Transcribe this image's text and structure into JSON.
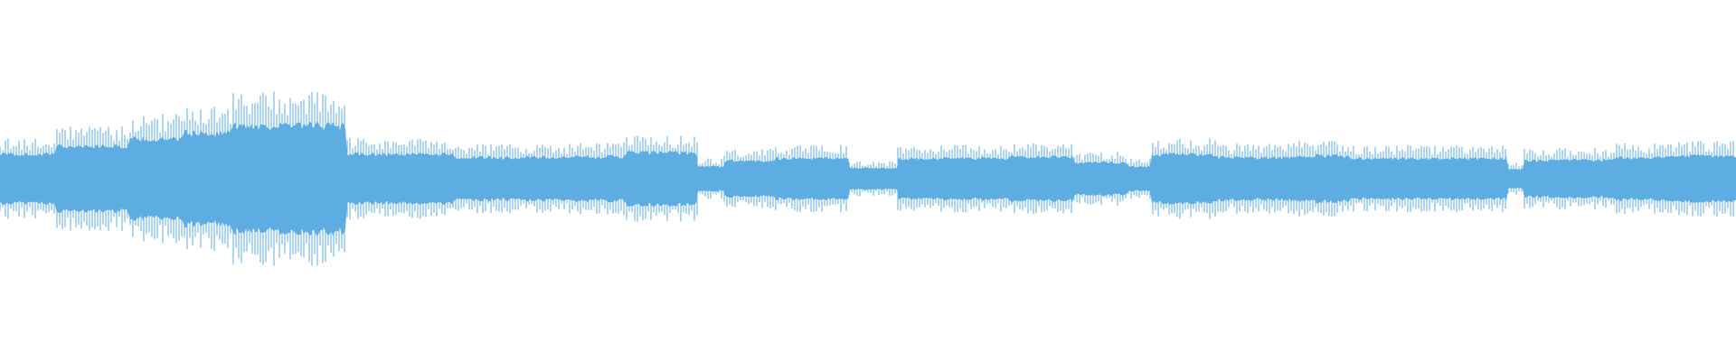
{
  "colors": {
    "background": "#ffffff",
    "waveform": "#5dade2"
  },
  "waveform": {
    "segments": [
      {
        "start": 0.0,
        "end": 0.032,
        "amp": 0.3
      },
      {
        "start": 0.032,
        "end": 0.075,
        "amp": 0.4
      },
      {
        "start": 0.075,
        "end": 0.105,
        "amp": 0.48
      },
      {
        "start": 0.105,
        "end": 0.133,
        "amp": 0.56
      },
      {
        "start": 0.133,
        "end": 0.2,
        "amp": 0.65
      },
      {
        "start": 0.2,
        "end": 0.262,
        "amp": 0.3
      },
      {
        "start": 0.262,
        "end": 0.33,
        "amp": 0.26
      },
      {
        "start": 0.33,
        "end": 0.36,
        "amp": 0.27
      },
      {
        "start": 0.36,
        "end": 0.402,
        "amp": 0.32
      },
      {
        "start": 0.402,
        "end": 0.417,
        "amp": 0.15
      },
      {
        "start": 0.417,
        "end": 0.446,
        "amp": 0.22
      },
      {
        "start": 0.446,
        "end": 0.489,
        "amp": 0.25
      },
      {
        "start": 0.489,
        "end": 0.517,
        "amp": 0.13
      },
      {
        "start": 0.517,
        "end": 0.582,
        "amp": 0.25
      },
      {
        "start": 0.582,
        "end": 0.618,
        "amp": 0.27
      },
      {
        "start": 0.618,
        "end": 0.65,
        "amp": 0.2
      },
      {
        "start": 0.65,
        "end": 0.663,
        "amp": 0.15
      },
      {
        "start": 0.663,
        "end": 0.701,
        "amp": 0.3
      },
      {
        "start": 0.701,
        "end": 0.745,
        "amp": 0.26
      },
      {
        "start": 0.745,
        "end": 0.778,
        "amp": 0.28
      },
      {
        "start": 0.778,
        "end": 0.868,
        "amp": 0.25
      },
      {
        "start": 0.868,
        "end": 0.878,
        "amp": 0.12
      },
      {
        "start": 0.878,
        "end": 0.895,
        "amp": 0.22
      },
      {
        "start": 0.895,
        "end": 0.93,
        "amp": 0.23
      },
      {
        "start": 0.93,
        "end": 0.96,
        "amp": 0.26
      },
      {
        "start": 0.96,
        "end": 1.0,
        "amp": 0.28
      }
    ]
  }
}
